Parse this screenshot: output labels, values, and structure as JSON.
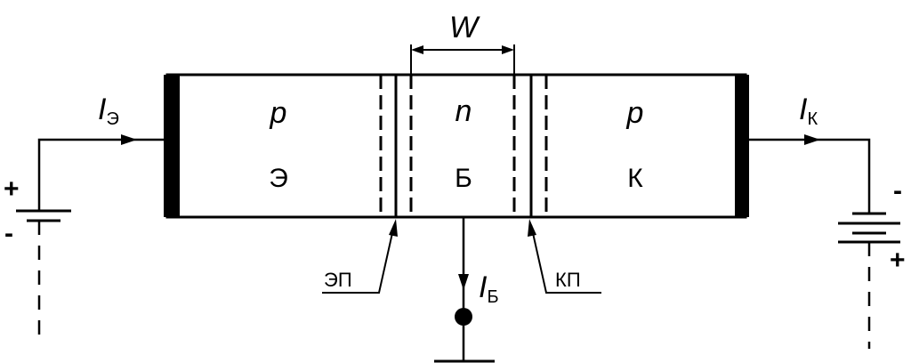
{
  "regions": {
    "emitter": {
      "type": "p",
      "name": "Э"
    },
    "base": {
      "type": "n",
      "name": "Б"
    },
    "collector": {
      "type": "p",
      "name": "К"
    }
  },
  "width_label": "W",
  "junctions": {
    "emitter": "ЭП",
    "collector": "КП"
  },
  "currents": {
    "emitter": {
      "symbol": "I",
      "sub": "Э"
    },
    "base": {
      "symbol": "I",
      "sub": "Б"
    },
    "collector": {
      "symbol": "I",
      "sub": "К"
    }
  },
  "battery_left": {
    "plus": "+",
    "minus": "-"
  },
  "battery_right": {
    "plus": "+",
    "minus": "-"
  }
}
